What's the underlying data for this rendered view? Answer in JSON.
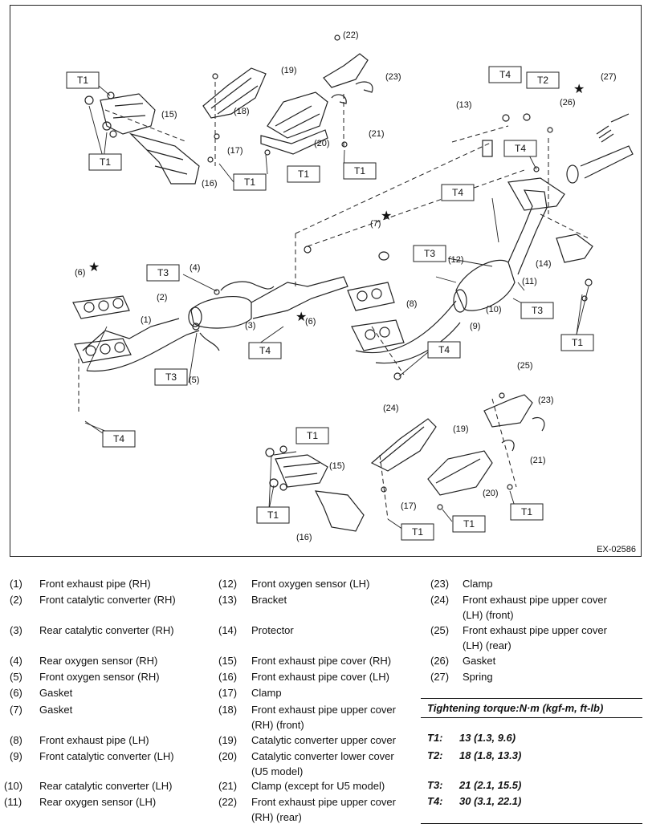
{
  "figure_id": "EX-02586",
  "callouts": {
    "c1": "(1)",
    "c2": "(2)",
    "c3": "(3)",
    "c4": "(4)",
    "c5": "(5)",
    "c6a": "(6)",
    "c6b": "(6)",
    "c7": "(7)",
    "c8": "(8)",
    "c9": "(9)",
    "c10": "(10)",
    "c11": "(11)",
    "c12": "(12)",
    "c13": "(13)",
    "c14": "(14)",
    "c15a": "(15)",
    "c15b": "(15)",
    "c16a": "(16)",
    "c16b": "(16)",
    "c17a": "(17)",
    "c17b": "(17)",
    "c18": "(18)",
    "c19a": "(19)",
    "c19b": "(19)",
    "c20a": "(20)",
    "c20b": "(20)",
    "c21a": "(21)",
    "c21b": "(21)",
    "c22": "(22)",
    "c23a": "(23)",
    "c23b": "(23)",
    "c24": "(24)",
    "c25": "(25)",
    "c26": "(26)",
    "c27": "(27)"
  },
  "torque_tags": {
    "T1": "T1",
    "T2": "T2",
    "T3": "T3",
    "T4": "T4"
  },
  "star": "★",
  "legend": [
    {
      "num": "(1)",
      "text": "Front exhaust pipe (RH)"
    },
    {
      "num": "(2)",
      "text": "Front catalytic converter (RH)"
    },
    {
      "num": "(3)",
      "text": "Rear catalytic converter (RH)"
    },
    {
      "num": "(4)",
      "text": "Rear oxygen sensor (RH)"
    },
    {
      "num": "(5)",
      "text": "Front oxygen sensor (RH)"
    },
    {
      "num": "(6)",
      "text": "Gasket"
    },
    {
      "num": "(7)",
      "text": "Gasket"
    },
    {
      "num": "(8)",
      "text": "Front exhaust pipe (LH)"
    },
    {
      "num": "(9)",
      "text": "Front catalytic converter (LH)"
    },
    {
      "num": "(10)",
      "text": "Rear catalytic converter (LH)"
    },
    {
      "num": "(11)",
      "text": "Rear oxygen sensor (LH)"
    },
    {
      "num": "(12)",
      "text": "Front oxygen sensor (LH)"
    },
    {
      "num": "(13)",
      "text": "Bracket"
    },
    {
      "num": "(14)",
      "text": "Protector"
    },
    {
      "num": "(15)",
      "text": "Front exhaust pipe cover (RH)"
    },
    {
      "num": "(16)",
      "text": "Front exhaust pipe cover (LH)"
    },
    {
      "num": "(17)",
      "text": "Clamp"
    },
    {
      "num": "(18)",
      "text": "Front exhaust pipe upper cover",
      "text2": "(RH) (front)"
    },
    {
      "num": "(19)",
      "text": "Catalytic converter upper cover"
    },
    {
      "num": "(20)",
      "text": "Catalytic converter lower cover",
      "text2": "(U5 model)"
    },
    {
      "num": "(21)",
      "text": "Clamp (except for U5 model)"
    },
    {
      "num": "(22)",
      "text": "Front exhaust pipe upper cover",
      "text2": "(RH) (rear)"
    },
    {
      "num": "(23)",
      "text": "Clamp"
    },
    {
      "num": "(24)",
      "text": "Front exhaust pipe upper cover",
      "text2": "(LH) (front)"
    },
    {
      "num": "(25)",
      "text": "Front exhaust pipe upper cover",
      "text2": "(LH) (rear)"
    },
    {
      "num": "(26)",
      "text": "Gasket"
    },
    {
      "num": "(27)",
      "text": "Spring"
    }
  ],
  "torque": {
    "title": "Tightening torque:N·m (kgf-m, ft-lb)",
    "values": [
      {
        "key": "T1:",
        "value": "13 (1.3, 9.6)"
      },
      {
        "key": "T2:",
        "value": "18 (1.8, 13.3)"
      },
      {
        "key": "T3:",
        "value": "21 (2.1, 15.5)"
      },
      {
        "key": "T4:",
        "value": "30 (3.1, 22.1)"
      }
    ]
  }
}
